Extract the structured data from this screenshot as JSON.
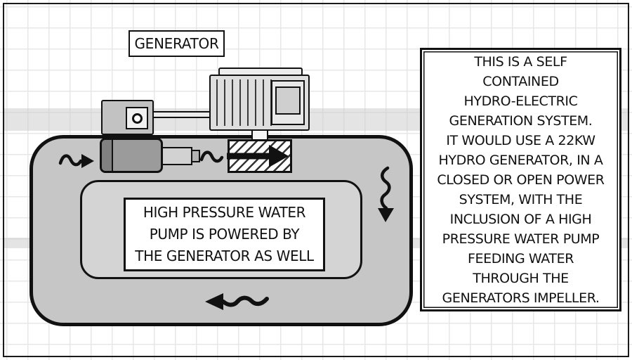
{
  "diagram": {
    "generator_label": "GENERATOR",
    "pump_note_lines": [
      "HIGH PRESSURE WATER",
      "PUMP IS POWERED BY",
      "THE GENERATOR AS WELL"
    ],
    "description_lines": [
      "THIS IS A SELF",
      "CONTAINED",
      "HYDRO-ELECTRIC",
      "GENERATION SYSTEM.",
      "IT WOULD USE A 22KW",
      "HYDRO GENERATOR, IN A",
      "CLOSED OR OPEN POWER",
      "SYSTEM, WITH THE",
      "INCLUSION OF A HIGH",
      "PRESSURE WATER PUMP",
      "FEEDING WATER",
      "THROUGH THE",
      "GENERATORS IMPELLER."
    ],
    "icons": {
      "inlet_flow_arrow": "wavy-arrow-right",
      "impeller_flow_arrow": "thick-arrow-right",
      "downflow_arrow": "wavy-arrow-down",
      "return_flow_arrow": "wavy-arrow-left"
    },
    "colors": {
      "ink": "#111111",
      "loop_fill": "#c6c6c6",
      "loop_inner_fill": "#d4d4d4",
      "machine_fill": "#dedede",
      "pump_fill": "#9b9b9b",
      "band_fill": "#cdcdcd",
      "grid_line": "#e7e7e7",
      "paper": "#ffffff"
    }
  }
}
